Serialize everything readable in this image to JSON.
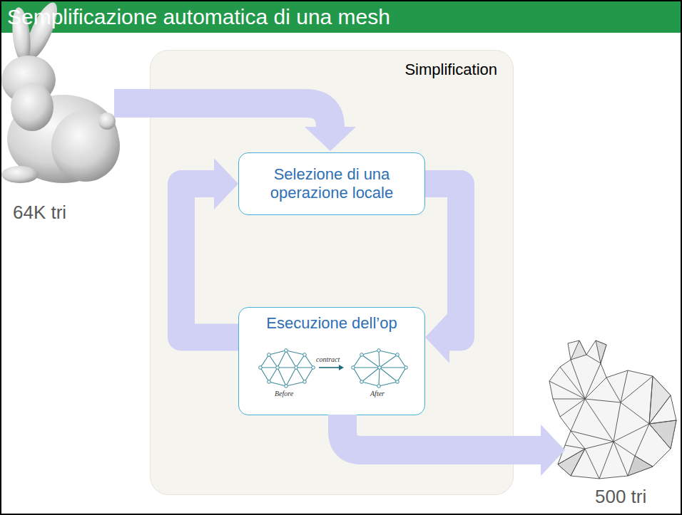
{
  "diagram": {
    "title": "Semplificazione automatica di una mesh",
    "nodes": [
      {
        "text": [
          "Simplification"
        ]
      },
      {
        "text": [
          "Selezione di una operazione locale"
        ],
        "in": 0
      },
      {
        "text": [
          "Esecuzione dell’op"
        ],
        "in": 0
      }
    ],
    "edges": [
      {
        "from": 1,
        "to": 2,
        "arrow": "to"
      },
      {
        "from": 2,
        "to": 1,
        "arrow": "to"
      }
    ],
    "labels": [
      "64K tri",
      "contract",
      "Before",
      "After",
      "500 tri"
    ]
  }
}
